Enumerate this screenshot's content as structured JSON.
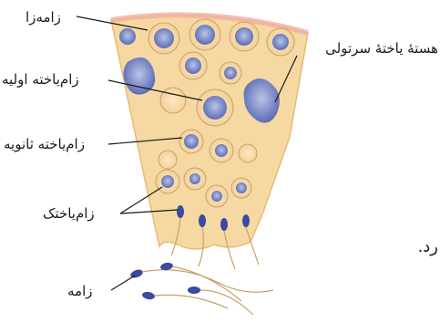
{
  "labels": {
    "spermatogonium": "زامه‌زا",
    "primary_spermatocyte": "زام‌یاخته اولیه",
    "secondary_spermatocyte": "زام‌یاخته ثانویه",
    "spermatid": "زام‌یاختک",
    "sperm": "زامه",
    "sertoli_nucleus": "هستهٔ یاختهٔ سرتولی"
  },
  "cut_text": "رد."
}
